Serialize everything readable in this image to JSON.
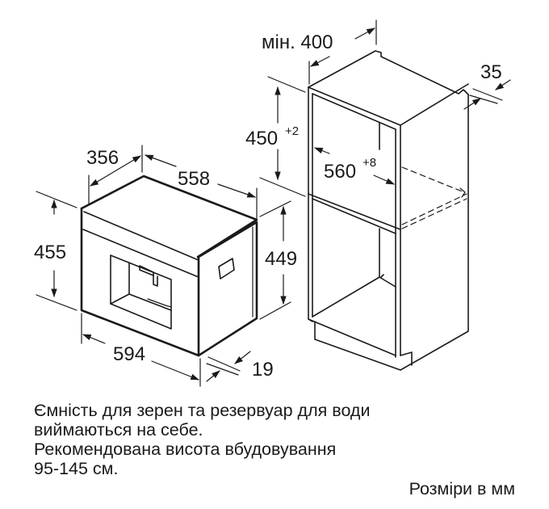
{
  "diagram": {
    "type": "installation-dimensions",
    "appliance": {
      "name": "built-in coffee machine",
      "dimensions": {
        "height_front": "455",
        "width_front": "594",
        "depth_top": "356",
        "body_width": "558",
        "body_height": "449",
        "front_panel_depth": "19"
      }
    },
    "niche": {
      "name": "cabinet niche",
      "dimensions": {
        "min_depth_label": "мін. 400",
        "niche_height": "450",
        "niche_height_tolerance": "+2",
        "niche_width": "560",
        "niche_width_tolerance": "+8",
        "side_panel": "35"
      }
    }
  },
  "notes": {
    "line1": "Ємність для зерен та резервуар для води",
    "line2": "виймаються на себе.",
    "line3": "Рекомендована висота вбудовування",
    "line4": "95-145 см.",
    "units": "Розміри в мм"
  }
}
